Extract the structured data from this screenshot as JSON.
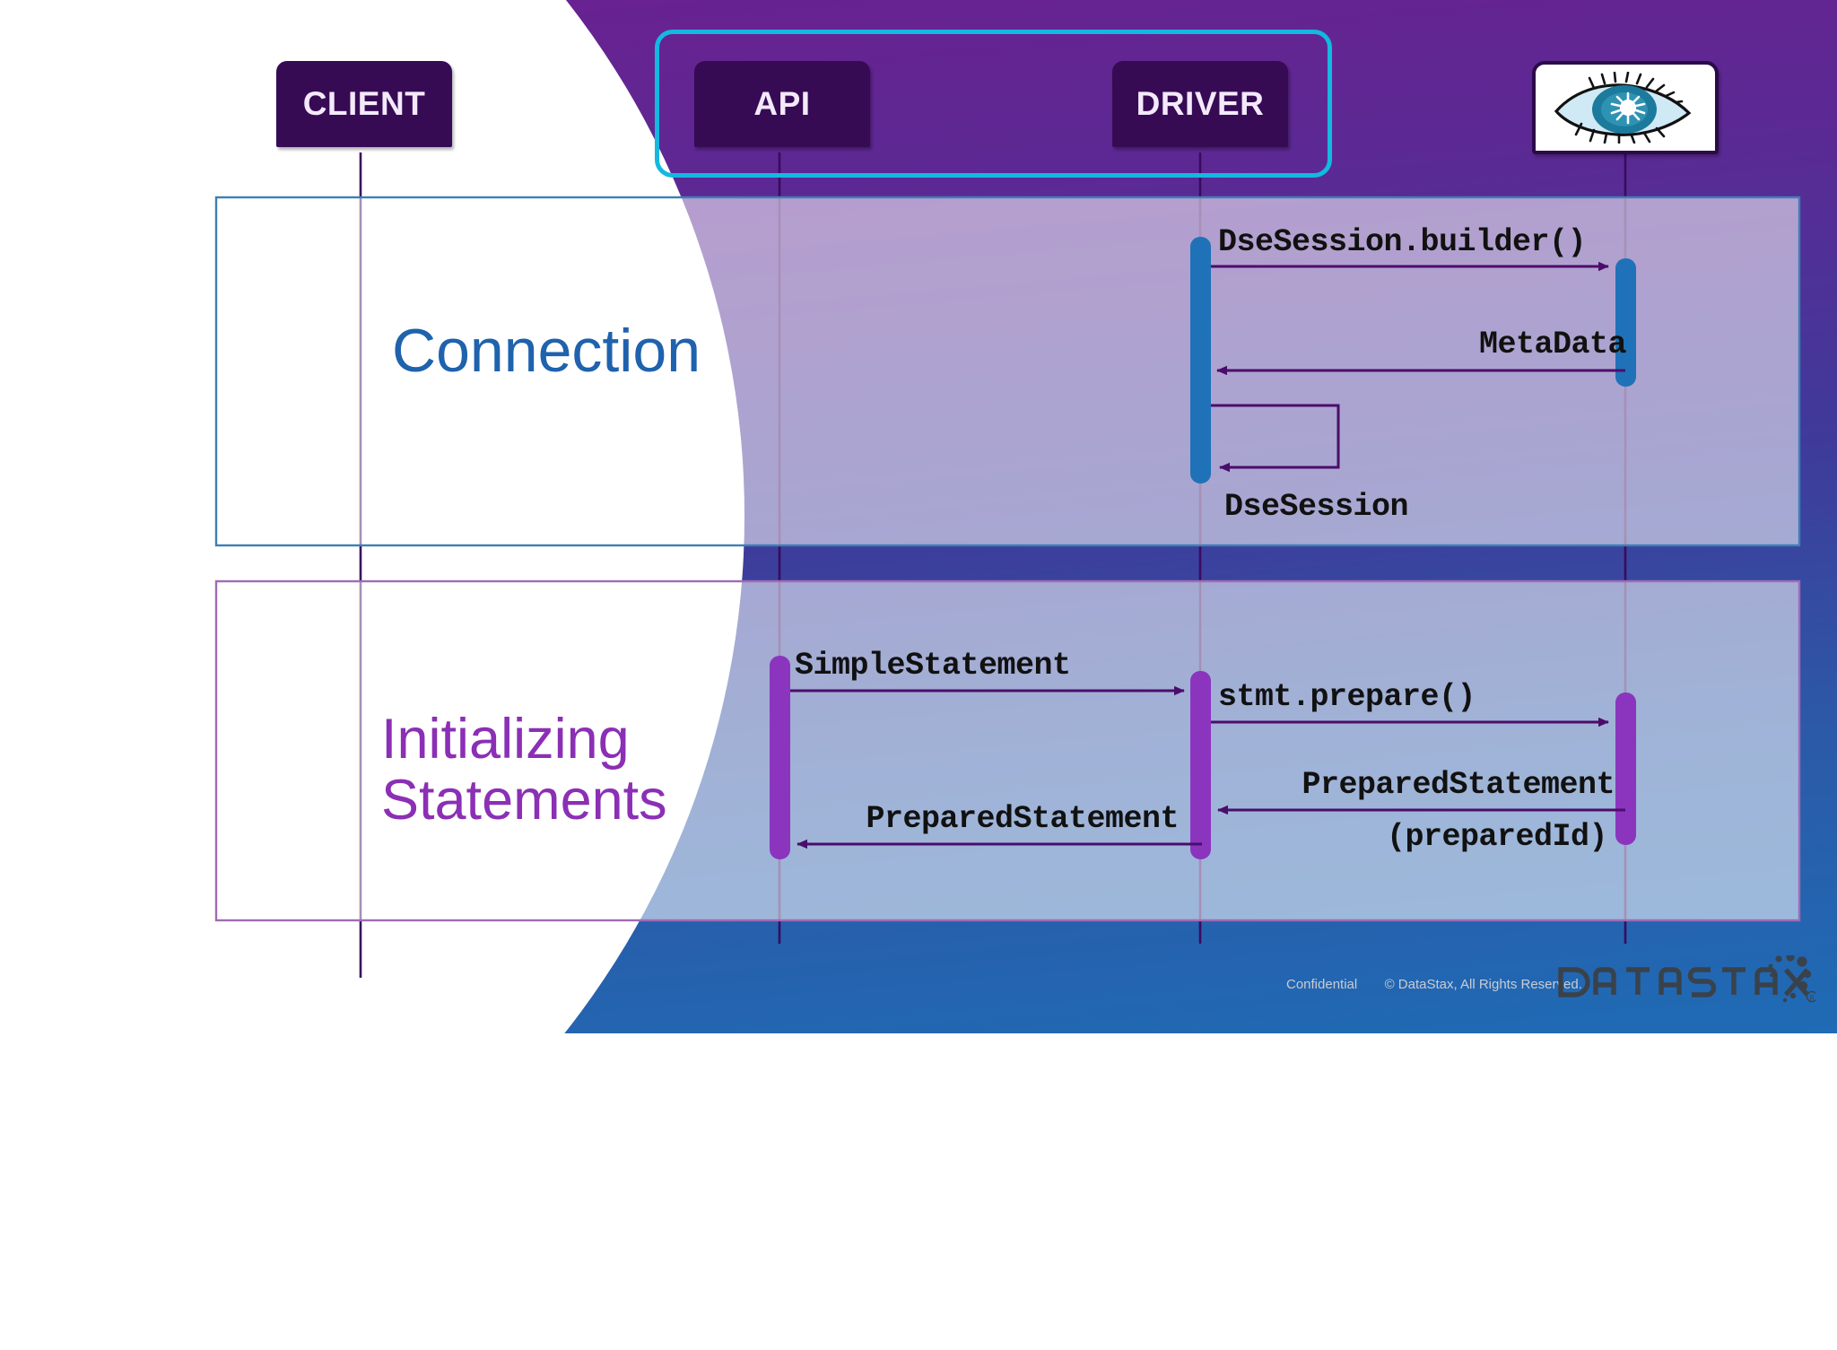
{
  "slide": {
    "accent_cyan": "#14B8E0",
    "actor_fill": "#360B54",
    "section1_color": "#1F62AD",
    "section2_color": "#8B2FB5",
    "arrow_color": "#4B0D6B",
    "activation_blue": "#1F72B8",
    "activation_purple": "#8B35BE"
  },
  "actors": [
    {
      "id": "client",
      "label": "CLIENT",
      "kind": "text"
    },
    {
      "id": "api",
      "label": "API",
      "kind": "text"
    },
    {
      "id": "driver",
      "label": "DRIVER",
      "kind": "text"
    },
    {
      "id": "cassandra",
      "label": "",
      "kind": "icon",
      "icon": "cassandra-eye-icon"
    }
  ],
  "group_frame": {
    "name": "api-driver-group",
    "members": [
      "API",
      "DRIVER"
    ]
  },
  "sections": [
    {
      "id": "connection",
      "title": "Connection",
      "color": "#1F62AD",
      "messages": [
        {
          "label": "DseSession.builder()",
          "from": "DRIVER",
          "to": "cassandra",
          "direction": "right"
        },
        {
          "label": "MetaData",
          "from": "cassandra",
          "to": "DRIVER",
          "direction": "left"
        },
        {
          "label": "DseSession",
          "from": "DRIVER",
          "to": "DRIVER",
          "direction": "self"
        }
      ]
    },
    {
      "id": "initializing-statements",
      "title": "Initializing\nStatements",
      "color": "#8B2FB5",
      "messages": [
        {
          "label": "SimpleStatement",
          "from": "API",
          "to": "DRIVER",
          "direction": "right"
        },
        {
          "label": "stmt.prepare()",
          "from": "DRIVER",
          "to": "cassandra",
          "direction": "right"
        },
        {
          "label": "PreparedStatement",
          "label2": "(preparedId)",
          "from": "cassandra",
          "to": "DRIVER",
          "direction": "left"
        },
        {
          "label": "PreparedStatement",
          "from": "DRIVER",
          "to": "API",
          "direction": "left"
        }
      ]
    }
  ],
  "footer": {
    "confidential": "Confidential",
    "copyright": "© DataStax, All Rights Reserved.",
    "logo_text": "DATASTAX",
    "logo_mark": "registered-trademark-icon"
  }
}
